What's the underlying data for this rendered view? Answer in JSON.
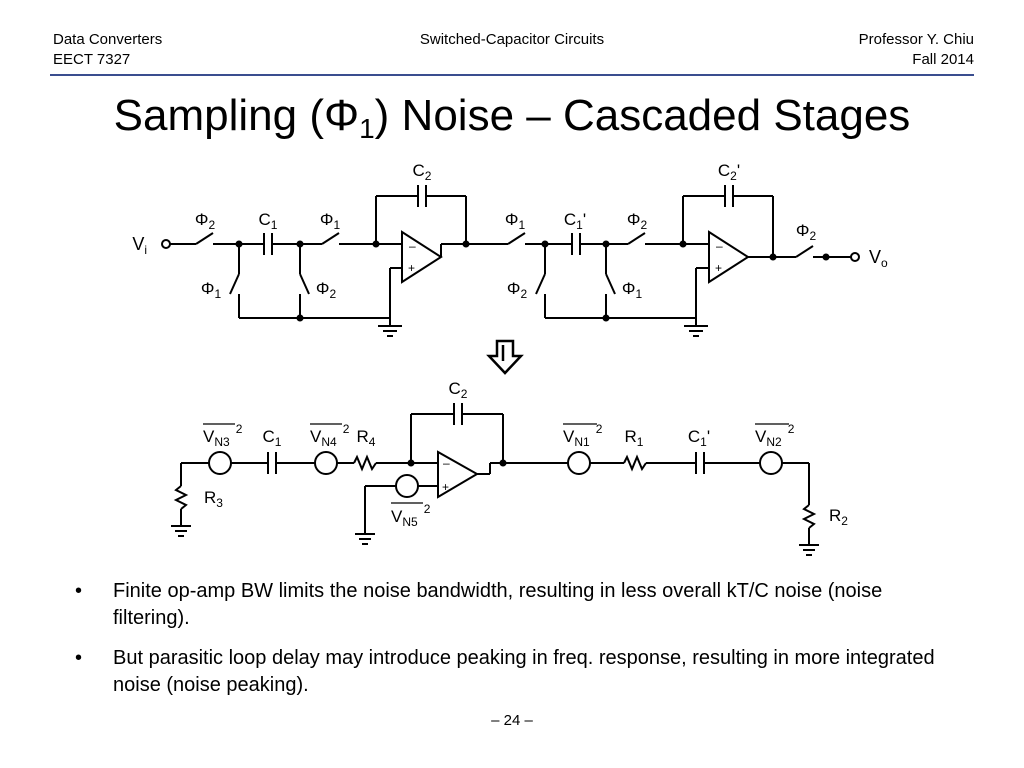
{
  "header": {
    "course": "Data Converters",
    "code": "EECT 7327",
    "topic": "Switched-Capacitor Circuits",
    "professor": "Professor Y. Chiu",
    "term": "Fall 2014"
  },
  "title": {
    "main": "Sampling (Φ",
    "sub": "1",
    "rest": ") Noise – Cascaded Stages"
  },
  "labels": {
    "phi": "Φ",
    "one": "1",
    "two": "2",
    "three": "3",
    "four": "4",
    "five": "5",
    "c": "C",
    "r": "R",
    "v": "V",
    "vi_sub": "i",
    "vo_sub": "o",
    "prime": "'",
    "minus": "–",
    "plus": "+",
    "n1": "N1",
    "n2": "N2",
    "n3": "N3",
    "n4": "N4",
    "n5": "N5",
    "sq": "2"
  },
  "bullets": [
    "Finite op-amp BW limits the noise bandwidth, resulting in less overall kT/C noise (noise filtering).",
    "But parasitic loop delay may introduce peaking in freq. response, resulting in more integrated noise (noise peaking)."
  ],
  "bullet_symbol": "•",
  "page_number": "– 24 –"
}
